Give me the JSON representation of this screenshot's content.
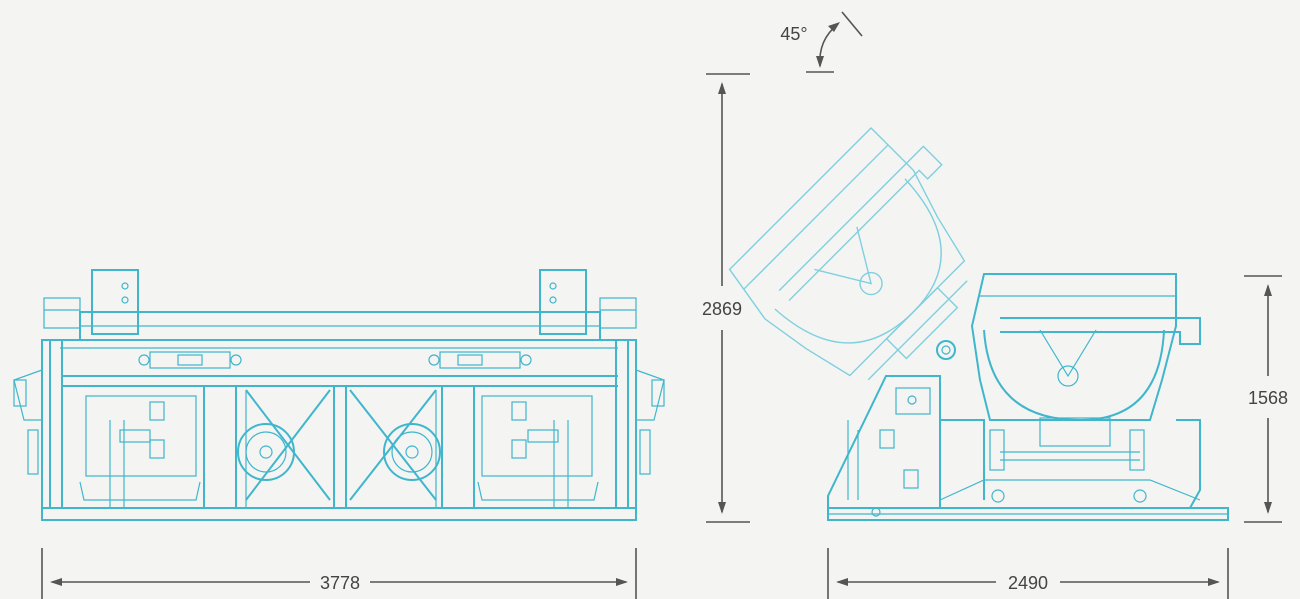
{
  "dimensions": {
    "front_width": "3778",
    "side_height": "2869",
    "side_width": "2490",
    "side_low_height": "1568",
    "tilt_angle": "45°"
  },
  "colors": {
    "line": "#3fb6cc",
    "faded_line": "#7fd0de",
    "dimension": "#555555",
    "background": "#f4f4f3"
  }
}
